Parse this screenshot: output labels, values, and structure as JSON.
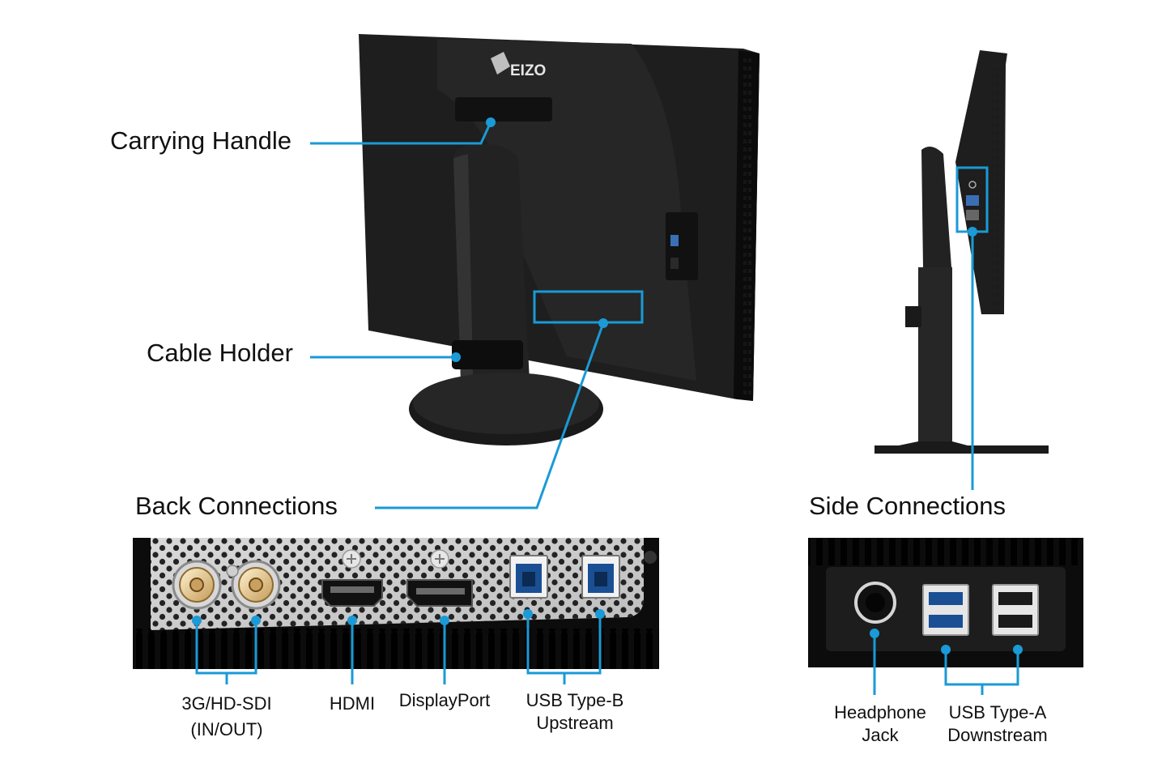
{
  "brand": "EIZO",
  "accent_color": "#1a9ad6",
  "callouts": {
    "carrying_handle": "Carrying Handle",
    "cable_holder": "Cable Holder",
    "back_connections": "Back Connections",
    "side_connections": "Side Connections"
  },
  "back_ports": {
    "sdi_line1": "3G/HD-SDI",
    "sdi_line2": "(IN/OUT)",
    "hdmi": "HDMI",
    "displayport": "DisplayPort",
    "usb_b_line1": "USB Type-B",
    "usb_b_line2": "Upstream"
  },
  "side_ports": {
    "headphone_line1": "Headphone",
    "headphone_line2": "Jack",
    "usb_a_line1": "USB Type-A",
    "usb_a_line2": "Downstream"
  }
}
